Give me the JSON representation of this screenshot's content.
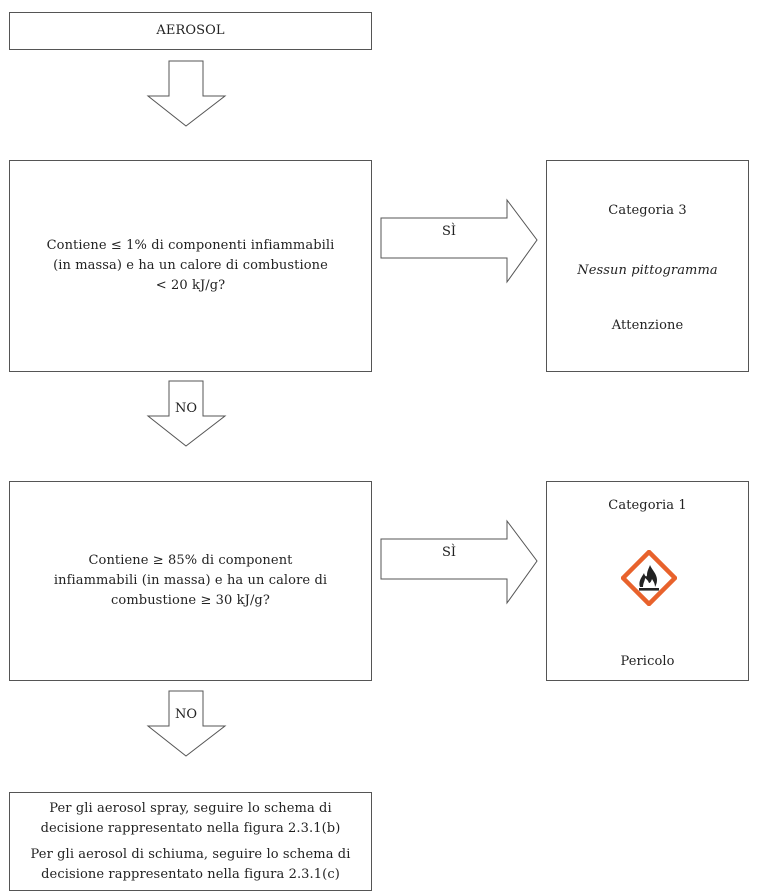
{
  "start": {
    "label": "AEROSOL"
  },
  "question1": {
    "lines": [
      "Contiene ≤ 1% di componenti infiammabili",
      "(in massa) e ha un calore di combustione",
      "< 20 kJ/g?"
    ]
  },
  "yes1": {
    "label": "SÌ"
  },
  "result1": {
    "category": "Categoria 3",
    "pictogram": "Nessun pittogramma",
    "signal": "Attenzione"
  },
  "no1": {
    "label": "NO"
  },
  "question2": {
    "lines": [
      "Contiene ≥ 85% di component",
      "infiammabili (in massa) e ha un calore di",
      "combustione ≥ 30 kJ/g?"
    ]
  },
  "yes2": {
    "label": "SÌ"
  },
  "result2": {
    "category": "Categoria 1",
    "pictogram_icon": "ghs-flame-icon",
    "pictogram_color": "#e8622c",
    "signal": "Pericolo"
  },
  "no2": {
    "label": "NO"
  },
  "final": {
    "spray_lines": [
      "Per gli aerosol spray, seguire lo schema di",
      "decisione rappresentato nella figura 2.3.1(b)"
    ],
    "foam_lines": [
      "Per gli aerosol di schiuma, seguire lo schema di",
      "decisione rappresentato nella figura 2.3.1(c)"
    ]
  }
}
